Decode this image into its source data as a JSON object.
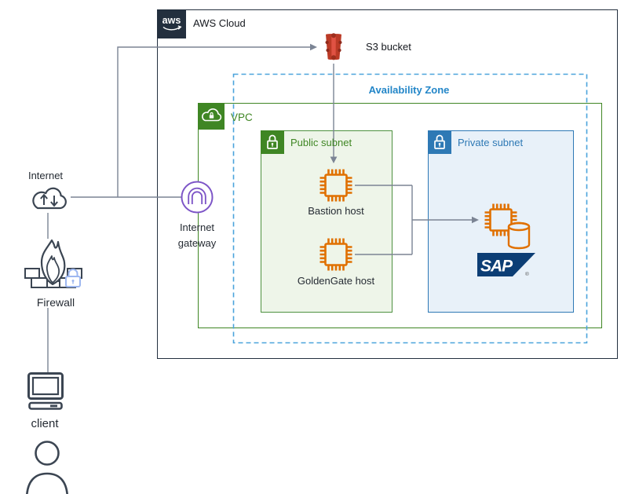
{
  "groups": {
    "aws_cloud": {
      "label": "AWS Cloud",
      "logo": "aws"
    },
    "availability_zone": {
      "label": "Availability Zone"
    },
    "vpc": {
      "label": "VPC"
    },
    "public_subnet": {
      "label": "Public subnet"
    },
    "private_subnet": {
      "label": "Private subnet"
    }
  },
  "nodes": {
    "s3": {
      "label": "S3 bucket"
    },
    "bastion": {
      "label": "Bastion host"
    },
    "goldengate": {
      "label": "GoldenGate host"
    },
    "sap_instance": {
      "logo_text": "SAP",
      "registered_mark": "®"
    },
    "internet": {
      "label": "Internet"
    },
    "internet_gateway": {
      "label_line1": "Internet",
      "label_line2": "gateway"
    },
    "firewall": {
      "label": "Firewall"
    },
    "client": {
      "label": "client"
    }
  },
  "colors": {
    "aws_dark": "#232f3e",
    "vpc_green": "#3f8624",
    "public_fill": "#eef5e9",
    "private_blue": "#2e79b5",
    "private_fill": "#e8f1f9",
    "az_dash_blue": "#4aa3dc",
    "az_label_blue": "#2386c8",
    "ec2_orange": "#e07000",
    "s3_red": "#bb3a26",
    "gateway_purple": "#7d55c7",
    "connector_gray": "#7b8494",
    "outline_dark": "#3b4552",
    "sap_navy": "#0c3e75",
    "firewall_lock_blue": "#9db7f0"
  }
}
